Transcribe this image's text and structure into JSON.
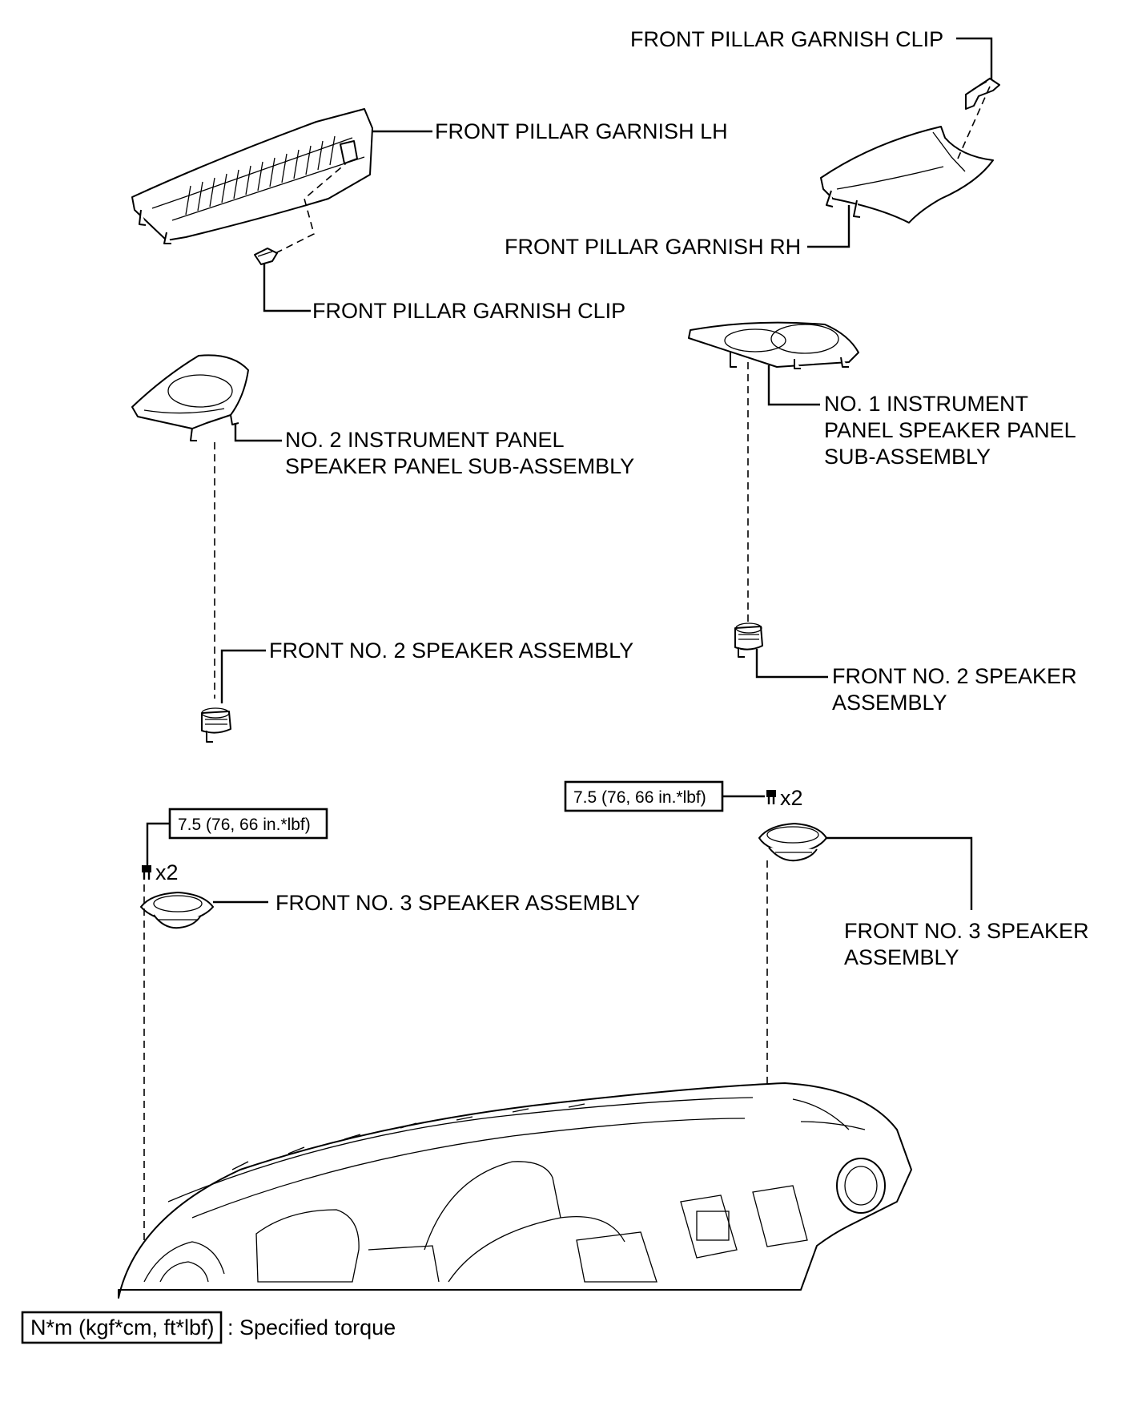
{
  "labels": {
    "clip_rh": "FRONT PILLAR GARNISH CLIP",
    "garnish_lh": "FRONT PILLAR GARNISH LH",
    "garnish_rh": "FRONT PILLAR GARNISH RH",
    "clip_lh": "FRONT PILLAR GARNISH CLIP",
    "no2_panel_l1": "NO. 2 INSTRUMENT PANEL",
    "no2_panel_l2": "SPEAKER PANEL SUB-ASSEMBLY",
    "no1_panel_l1": "NO. 1 INSTRUMENT",
    "no1_panel_l2": "PANEL SPEAKER PANEL",
    "no1_panel_l3": "SUB-ASSEMBLY",
    "spk2_left": "FRONT NO. 2 SPEAKER ASSEMBLY",
    "spk2_right_l1": "FRONT NO. 2 SPEAKER",
    "spk2_right_l2": "ASSEMBLY",
    "spk3_left": "FRONT NO. 3 SPEAKER ASSEMBLY",
    "spk3_right_l1": "FRONT NO. 3 SPEAKER",
    "spk3_right_l2": "ASSEMBLY"
  },
  "torque": {
    "left_value": "7.5 (76, 66 in.*lbf)",
    "right_value": "7.5 (76, 66 in.*lbf)",
    "left_qty": "x2",
    "right_qty": "x2"
  },
  "legend": {
    "unit_box": "N*m (kgf*cm, ft*lbf)",
    "description": ": Specified torque"
  }
}
